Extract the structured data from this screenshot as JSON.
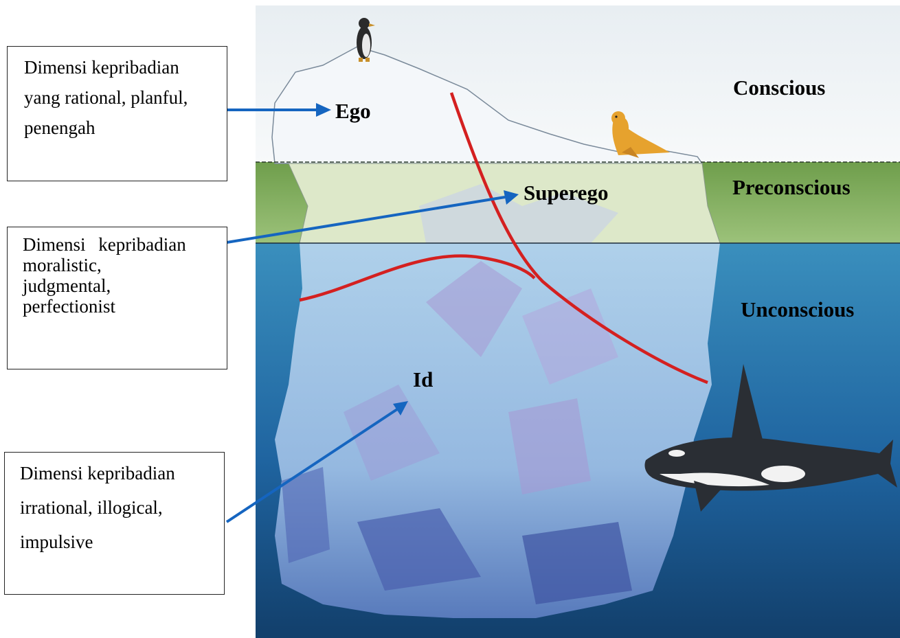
{
  "zones": {
    "conscious": "Conscious",
    "preconscious": "Preconscious",
    "unconscious": "Unconscious"
  },
  "parts": {
    "ego": "Ego",
    "superego": "Superego",
    "id": "Id"
  },
  "boxes": {
    "ego_box": {
      "lines": [
        "Dimensi kepribadian",
        "yang rational, planful,",
        "penengah"
      ]
    },
    "superego_box": {
      "lines": [
        "Dimensi kepribadian",
        "moralistic,",
        "judgmental,",
        "perfectionist"
      ]
    },
    "id_box": {
      "lines": [
        "Dimensi kepribadian",
        "irrational, illogical,",
        "impulsive"
      ]
    }
  },
  "colors": {
    "arrow": "#1565c0",
    "divider": "#d42020",
    "sky": "#f1f4f6",
    "land": "#7da95a",
    "sea_top": "#2f86b3",
    "sea_bottom": "#12426f",
    "ice": "#c7d3ec"
  },
  "icons": [
    "penguin-icon",
    "seal-icon",
    "orca-icon"
  ]
}
